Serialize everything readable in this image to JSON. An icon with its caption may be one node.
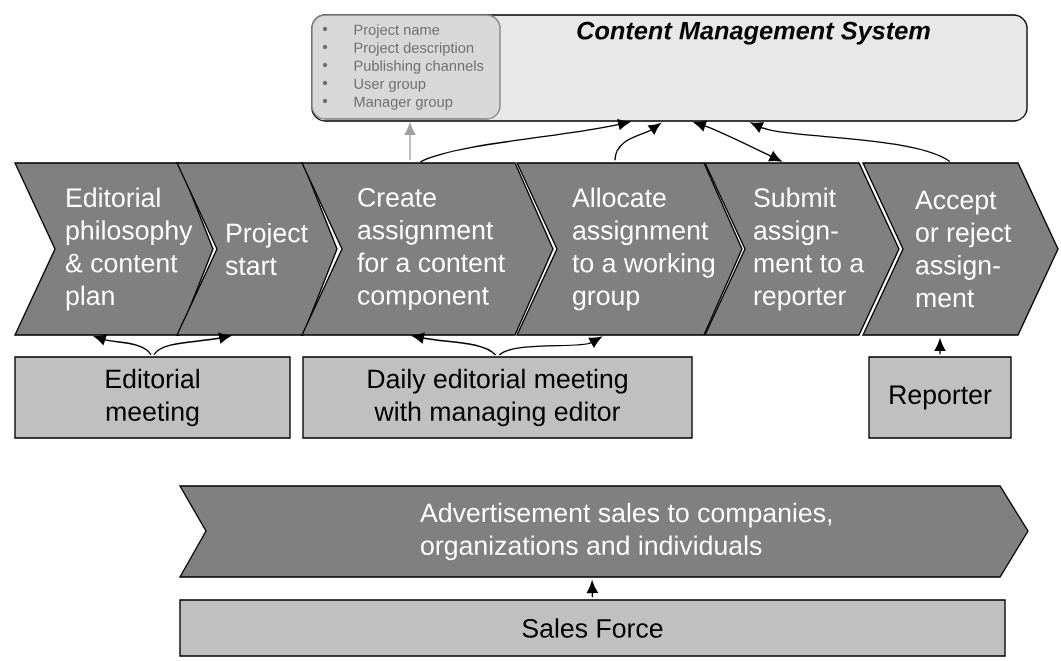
{
  "diagram": {
    "nodes": [
      {
        "text": [
          "Content Management System"
        ]
      },
      {
        "text": [
          "Project name",
          "Project description",
          "Publishing channels",
          "User group",
          "Manager group"
        ],
        "in": 0
      },
      {
        "text": [
          "Editorial philosophy & content plan"
        ]
      },
      {
        "text": [
          "Project start"
        ]
      },
      {
        "text": [
          "Create assignment for a content component"
        ]
      },
      {
        "text": [
          "Allocate assignment to a working group"
        ]
      },
      {
        "text": [
          "Submit assign- ment to a reporter"
        ]
      },
      {
        "text": [
          "Accept or reject assign- ment"
        ]
      },
      {
        "text": [
          "Editorial meeting"
        ]
      },
      {
        "text": [
          "Daily editorial meeting with managing editor"
        ]
      },
      {
        "text": [
          "Reporter"
        ]
      },
      {
        "text": [
          "Advertisement sales to companies, organizations and individuals"
        ]
      },
      {
        "text": [
          "Sales Force"
        ]
      }
    ],
    "edges": [
      {
        "from": 4,
        "to": 1,
        "arrow": "to",
        "color": "#a0a0a0"
      },
      {
        "from": 4,
        "to": 0,
        "arrow": "to"
      },
      {
        "from": 5,
        "to": 0,
        "arrow": "to"
      },
      {
        "from": 0,
        "to": 6,
        "arrow": "both"
      },
      {
        "from": 7,
        "to": 0,
        "arrow": "to"
      },
      {
        "from": 8,
        "to": 2,
        "arrow": "to"
      },
      {
        "from": 8,
        "to": 3,
        "arrow": "to"
      },
      {
        "from": 9,
        "to": 4,
        "arrow": "to"
      },
      {
        "from": 9,
        "to": 5,
        "arrow": "to"
      },
      {
        "from": 10,
        "to": 7,
        "arrow": "to"
      },
      {
        "from": 12,
        "to": 11,
        "arrow": "to"
      }
    ]
  }
}
